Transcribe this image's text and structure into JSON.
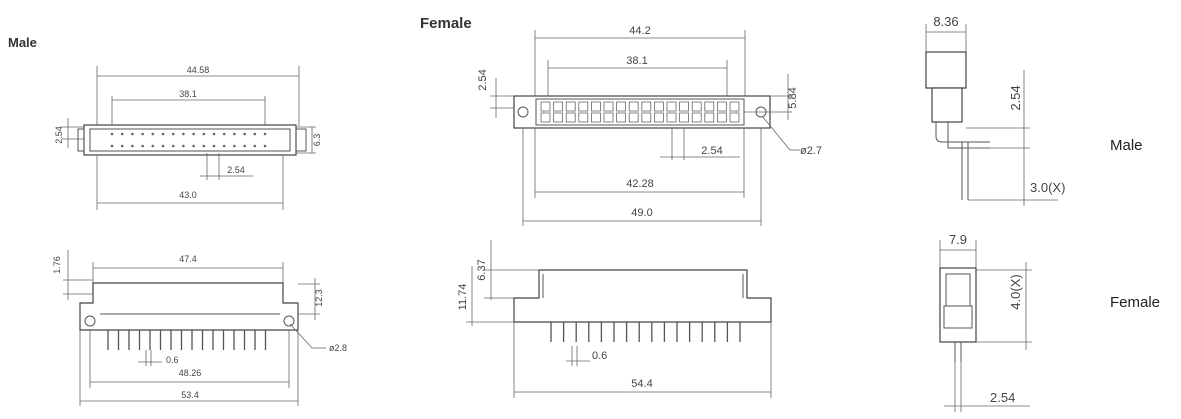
{
  "labels": {
    "male_title": "Male",
    "female_title": "Female",
    "side_male": "Male",
    "side_female": "Female"
  },
  "male_top": {
    "overall": "44.58",
    "pin_span": "38.1",
    "body": "43.0",
    "pitch": "2.54",
    "row_spacing": "2.54",
    "depth": "6.3"
  },
  "male_front": {
    "width": "47.4",
    "offset": "1.76",
    "height": "12.3",
    "pin": "0.6",
    "hole_spacing": "48.26",
    "total": "53.4",
    "hole": "ø2.8"
  },
  "female_top": {
    "overall": "44.2",
    "pin_span": "38.1",
    "row_spacing": "2.54",
    "depth": "5.84",
    "pitch": "2.54",
    "hole": "ø2.7",
    "hole_spacing": "42.28",
    "total": "49.0"
  },
  "female_front": {
    "h1": "6.37",
    "h2": "11.74",
    "pin": "0.6",
    "total": "54.4"
  },
  "side_male": {
    "width": "8.36",
    "pitch": "2.54",
    "tail": "3.0(X)"
  },
  "side_female": {
    "width": "7.9",
    "height": "4.0(X)",
    "pitch": "2.54"
  }
}
